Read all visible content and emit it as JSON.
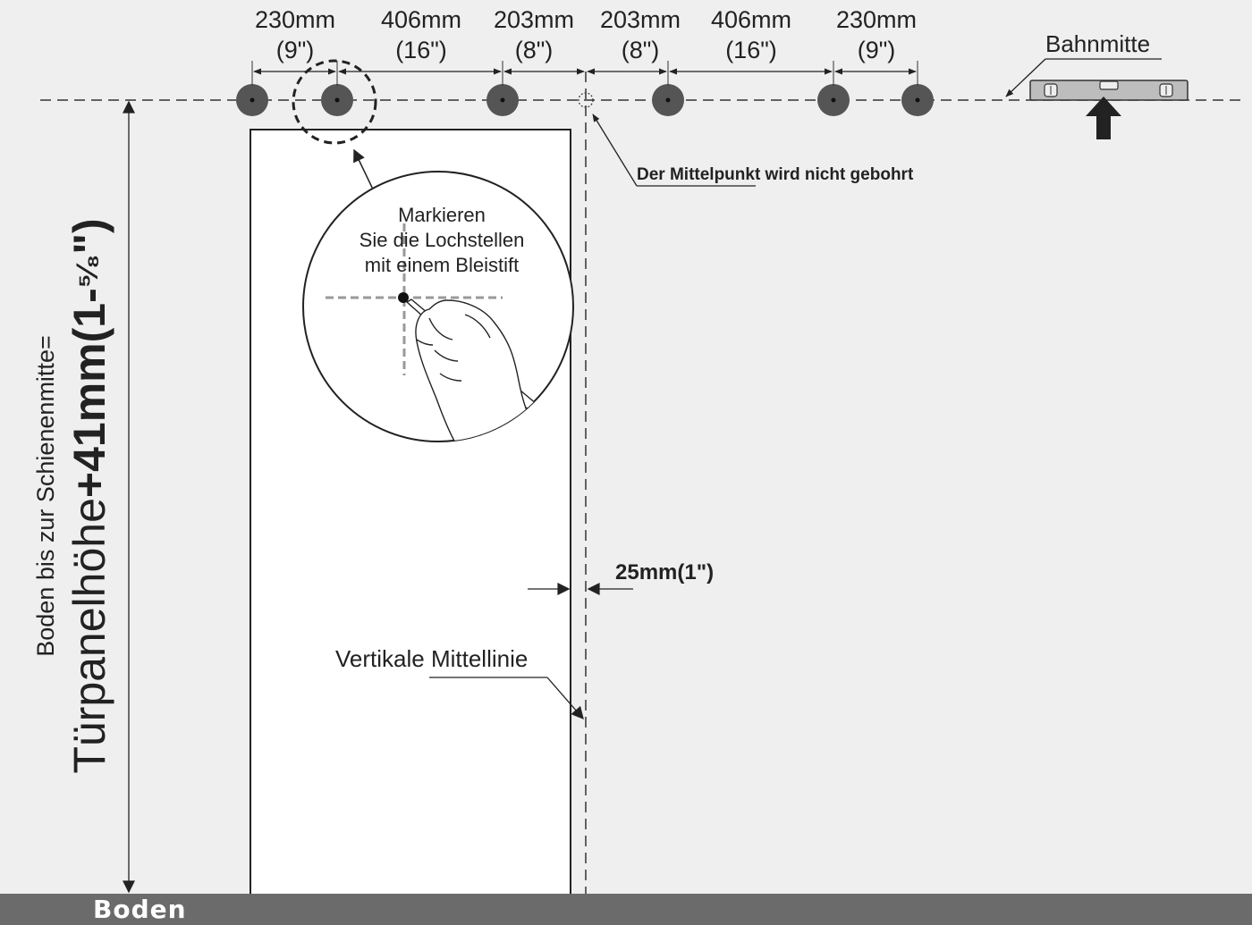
{
  "spacing": [
    {
      "mm": "230mm",
      "inch": "(9\")"
    },
    {
      "mm": "406mm",
      "inch": "(16\")"
    },
    {
      "mm": "203mm",
      "inch": "(8\")"
    },
    {
      "mm": "203mm",
      "inch": "(8\")"
    },
    {
      "mm": "406mm",
      "inch": "(16\")"
    },
    {
      "mm": "230mm",
      "inch": "(9\")"
    }
  ],
  "labels": {
    "track_center": "Bahnmitte",
    "center_not_drilled": "Der Mittelpunkt wird nicht gebohrt",
    "mark_line1": "Markieren",
    "mark_line2": "Sie die Lochstellen",
    "mark_line3": "mit einem Bleistift",
    "tolerance": "25mm(1\")",
    "vertical_centerline": "Vertikale Mittellinie",
    "floor": "Boden",
    "height_line1": "Boden bis zur Schienenmitte=",
    "height_word": "Türpanelhöhe",
    "height_plus": "+41mm(1-",
    "height_frac": "⁵⁄₈",
    "height_close": "\")"
  },
  "colors": {
    "hole": "#555555",
    "floor": "#6b6b6b",
    "background": "#efefef",
    "panel": "#ffffff",
    "line": "#222222"
  },
  "icons": [
    "spirit-level-icon",
    "up-arrow-icon",
    "hand-pencil-icon"
  ]
}
